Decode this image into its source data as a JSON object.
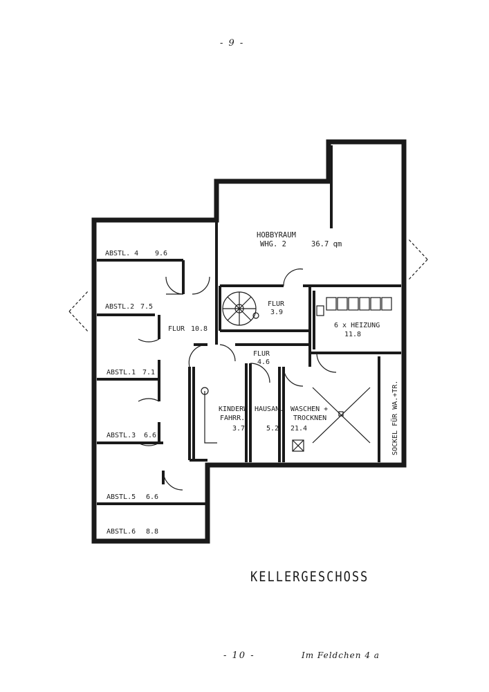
{
  "page": {
    "top_number": "- 9 -",
    "bottom_number": "- 10 -",
    "address": "Im Feldchen 4 a",
    "title": "KELLERGESCHOSS"
  },
  "rooms": {
    "hobbyraum": {
      "name": "HOBBYRAUM",
      "sub": "WHG. 2",
      "area": "36.7 qm"
    },
    "abstl4": {
      "name": "ABSTL. 4",
      "area": "9.6"
    },
    "abstl2": {
      "name": "ABSTL.2",
      "area": "7.5"
    },
    "abstl1": {
      "name": "ABSTL.1",
      "area": "7.1"
    },
    "abstl3": {
      "name": "ABSTL.3",
      "area": "6.6"
    },
    "abstl5": {
      "name": "ABSTL.5",
      "area": "6.6"
    },
    "abstl6": {
      "name": "ABSTL.6",
      "area": "8.8"
    },
    "flur_main": {
      "name": "FLUR",
      "area": "10.8"
    },
    "flur_stair": {
      "name": "FLUR",
      "area": "3.9"
    },
    "flur_small": {
      "name": "FLUR",
      "area": "4.6"
    },
    "heizung": {
      "name": "6 x HEIZUNG",
      "area": "11.8"
    },
    "kinderw": {
      "name": "KINDERW.",
      "sub": "FAHRR.",
      "area": "3.7"
    },
    "hausan": {
      "name": "HAUSAN.",
      "area": "5.2"
    },
    "waschen": {
      "name": "WASCHEN +",
      "sub": "TROCKNEN",
      "area": "21.4"
    },
    "sockel": {
      "name": "SOCKEL FÜR WA.+TR."
    }
  }
}
